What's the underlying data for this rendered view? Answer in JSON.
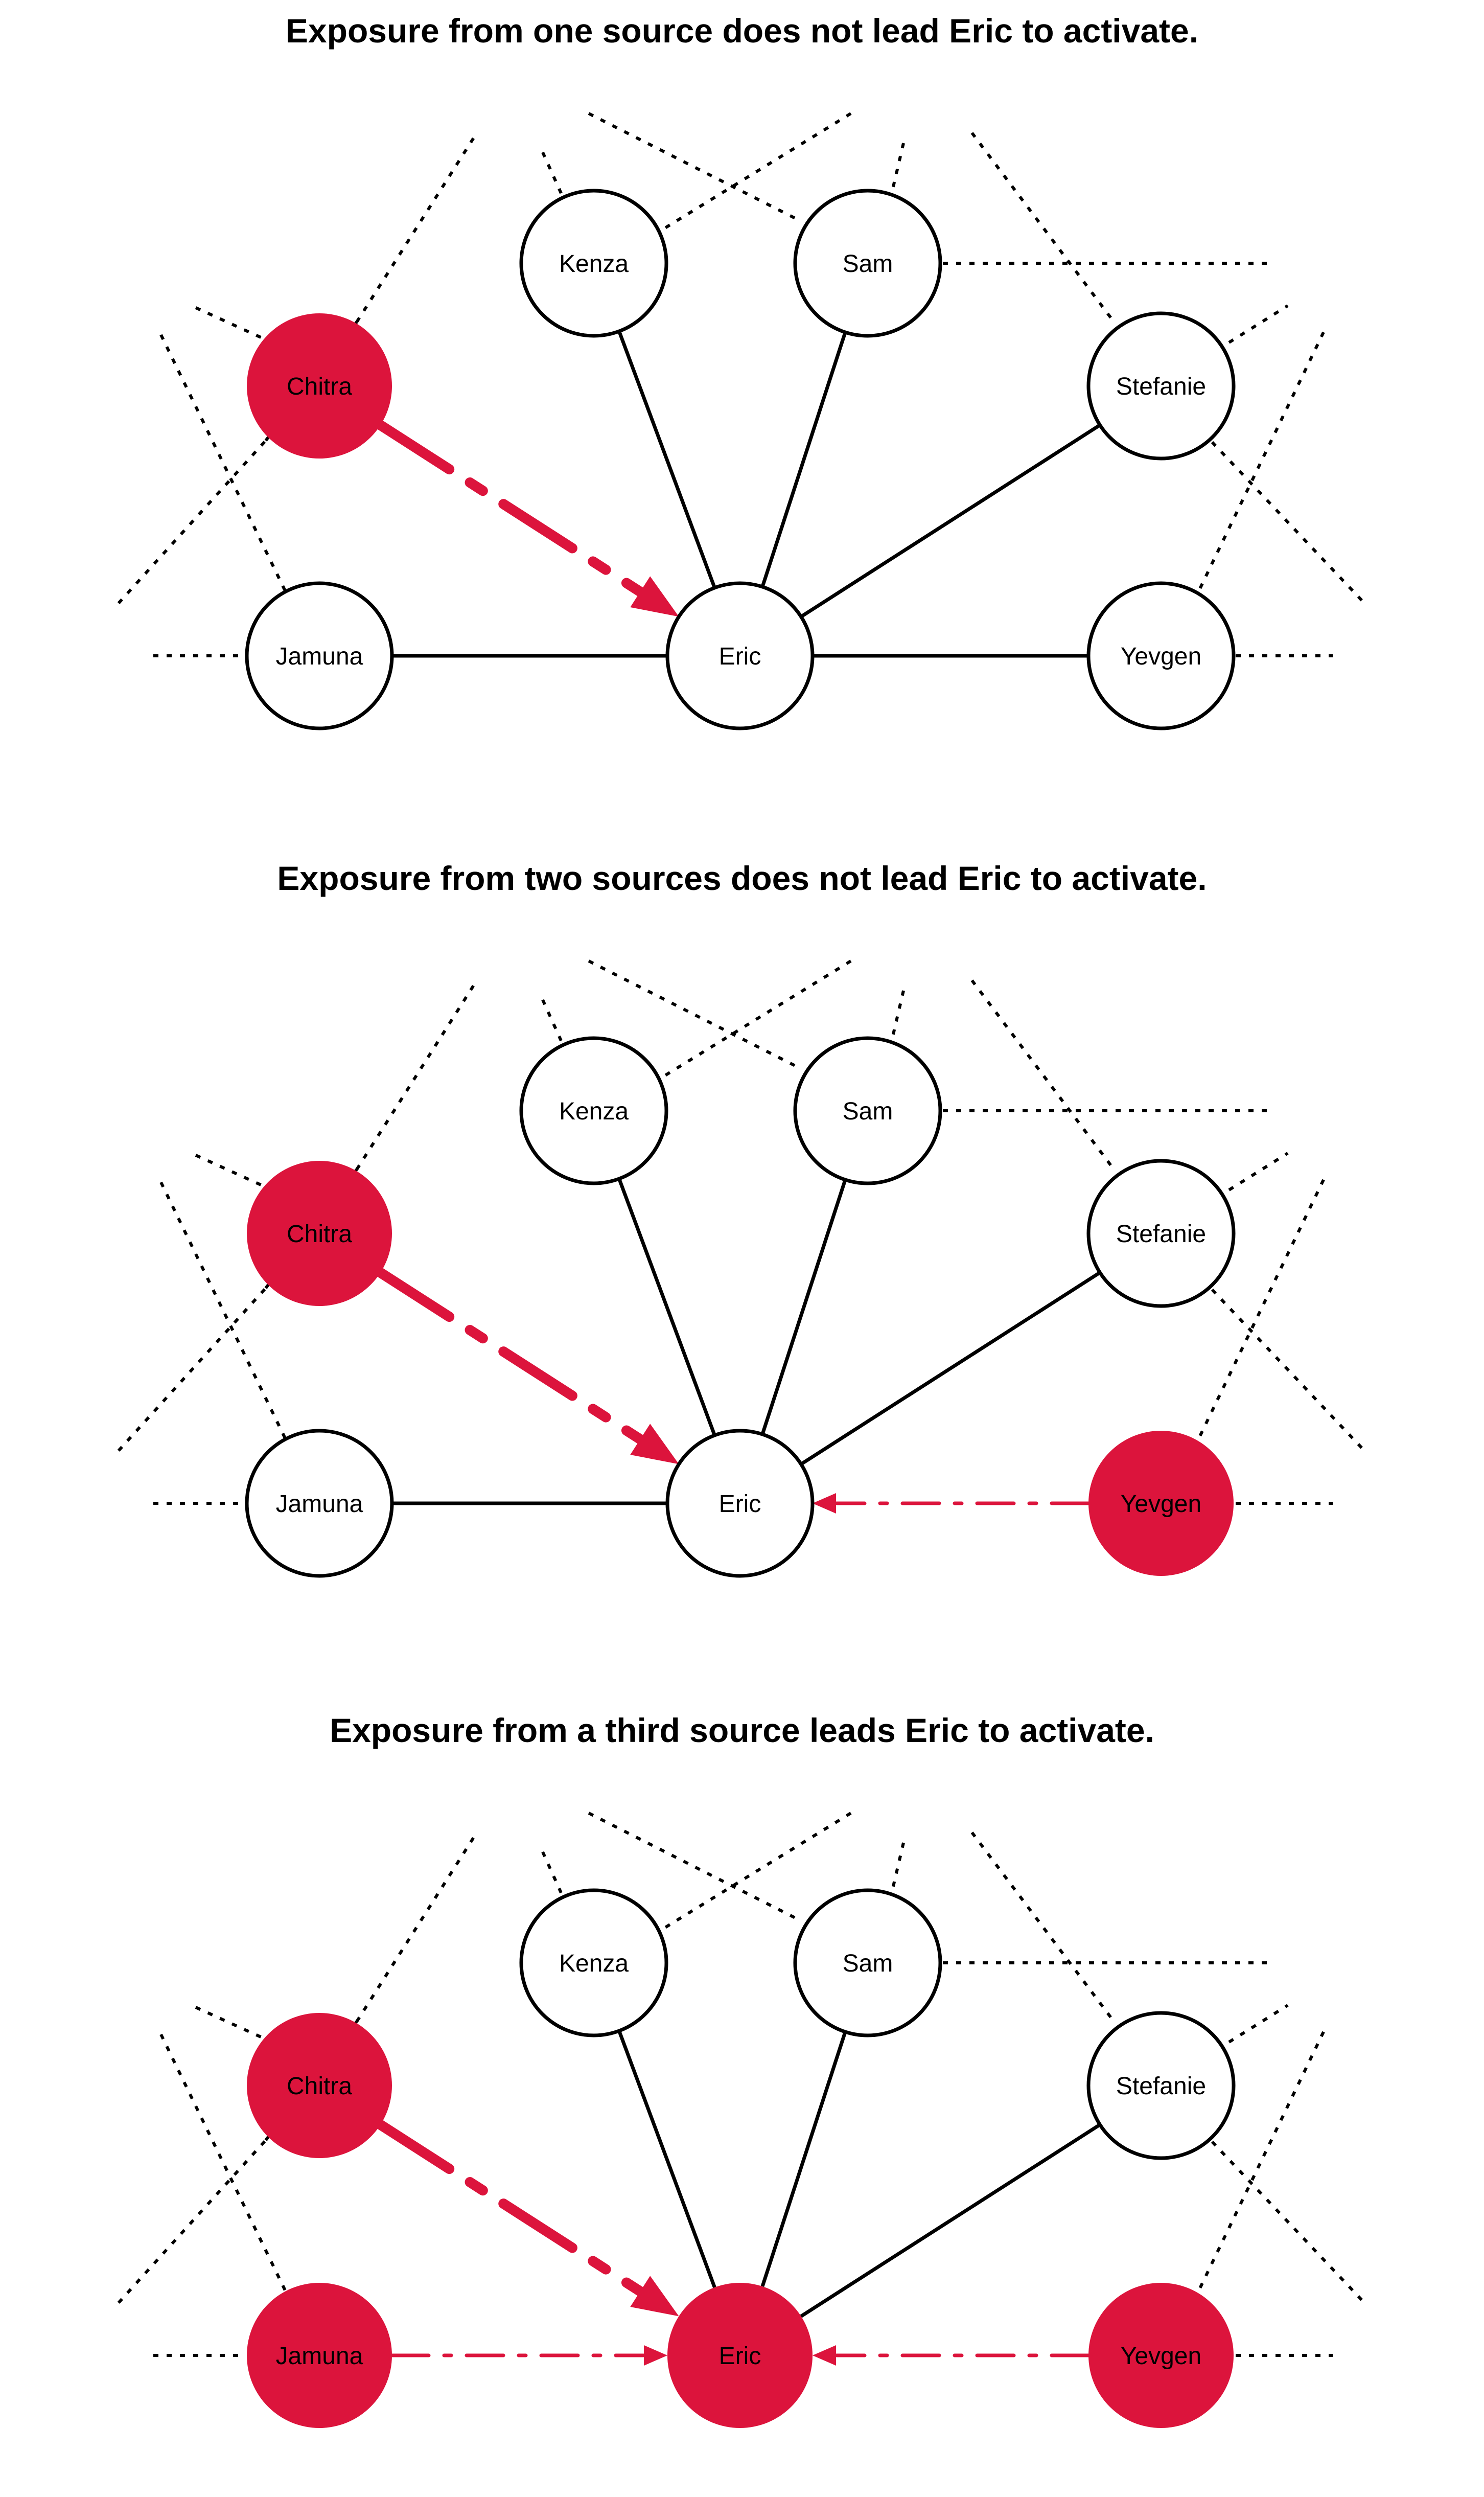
{
  "colors": {
    "active": "#DC143C",
    "inactive": "#FFFFFF",
    "stroke": "#000000"
  },
  "panels": [
    {
      "title": "Exposure from one source does not lead Eric to activate.",
      "nodes": [
        {
          "id": "kenza",
          "label": "Kenza",
          "active": false
        },
        {
          "id": "sam",
          "label": "Sam",
          "active": false
        },
        {
          "id": "chitra",
          "label": "Chitra",
          "active": true
        },
        {
          "id": "stefanie",
          "label": "Stefanie",
          "active": false
        },
        {
          "id": "jamuna",
          "label": "Jamuna",
          "active": false
        },
        {
          "id": "eric",
          "label": "Eric",
          "active": false
        },
        {
          "id": "yevgen",
          "label": "Yevgen",
          "active": false
        }
      ],
      "edges": [
        {
          "from": "kenza",
          "to": "eric",
          "type": "solid"
        },
        {
          "from": "sam",
          "to": "eric",
          "type": "solid"
        },
        {
          "from": "stefanie",
          "to": "eric",
          "type": "solid"
        },
        {
          "from": "jamuna",
          "to": "eric",
          "type": "solid"
        },
        {
          "from": "yevgen",
          "to": "eric",
          "type": "solid"
        },
        {
          "from": "chitra",
          "to": "eric",
          "type": "exposure"
        }
      ]
    },
    {
      "title": "Exposure from two sources does not lead Eric to activate.",
      "nodes": [
        {
          "id": "kenza",
          "label": "Kenza",
          "active": false
        },
        {
          "id": "sam",
          "label": "Sam",
          "active": false
        },
        {
          "id": "chitra",
          "label": "Chitra",
          "active": true
        },
        {
          "id": "stefanie",
          "label": "Stefanie",
          "active": false
        },
        {
          "id": "jamuna",
          "label": "Jamuna",
          "active": false
        },
        {
          "id": "eric",
          "label": "Eric",
          "active": false
        },
        {
          "id": "yevgen",
          "label": "Yevgen",
          "active": true
        }
      ],
      "edges": [
        {
          "from": "kenza",
          "to": "eric",
          "type": "solid"
        },
        {
          "from": "sam",
          "to": "eric",
          "type": "solid"
        },
        {
          "from": "stefanie",
          "to": "eric",
          "type": "solid"
        },
        {
          "from": "jamuna",
          "to": "eric",
          "type": "solid"
        },
        {
          "from": "chitra",
          "to": "eric",
          "type": "exposure"
        },
        {
          "from": "yevgen",
          "to": "eric",
          "type": "exposure"
        }
      ]
    },
    {
      "title": "Exposure from a third source leads Eric to activate.",
      "nodes": [
        {
          "id": "kenza",
          "label": "Kenza",
          "active": false
        },
        {
          "id": "sam",
          "label": "Sam",
          "active": false
        },
        {
          "id": "chitra",
          "label": "Chitra",
          "active": true
        },
        {
          "id": "stefanie",
          "label": "Stefanie",
          "active": false
        },
        {
          "id": "jamuna",
          "label": "Jamuna",
          "active": true
        },
        {
          "id": "eric",
          "label": "Eric",
          "active": true
        },
        {
          "id": "yevgen",
          "label": "Yevgen",
          "active": true
        }
      ],
      "edges": [
        {
          "from": "kenza",
          "to": "eric",
          "type": "solid"
        },
        {
          "from": "sam",
          "to": "eric",
          "type": "solid"
        },
        {
          "from": "stefanie",
          "to": "eric",
          "type": "solid"
        },
        {
          "from": "chitra",
          "to": "eric",
          "type": "exposure"
        },
        {
          "from": "jamuna",
          "to": "eric",
          "type": "exposure"
        },
        {
          "from": "yevgen",
          "to": "eric",
          "type": "exposure"
        }
      ]
    }
  ]
}
